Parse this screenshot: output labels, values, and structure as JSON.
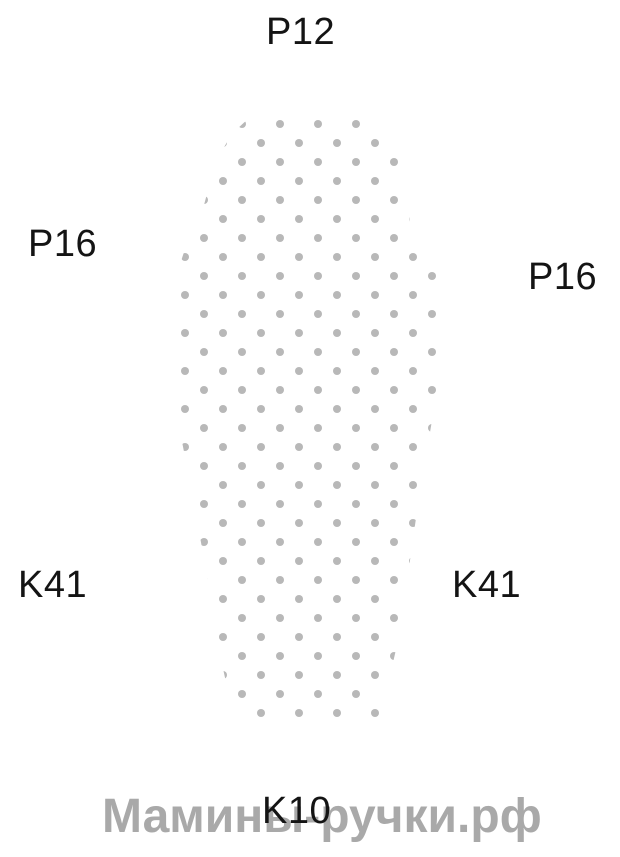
{
  "labels": {
    "top": "P12",
    "left_upper": "P16",
    "right_upper": "P16",
    "left_lower": "K41",
    "right_lower": "K41",
    "bottom": "K10"
  },
  "watermark": "Мамины-ручки.рф",
  "colors": {
    "dots": "#b8b8b8",
    "text": "#141414",
    "watermark": "#969696"
  }
}
